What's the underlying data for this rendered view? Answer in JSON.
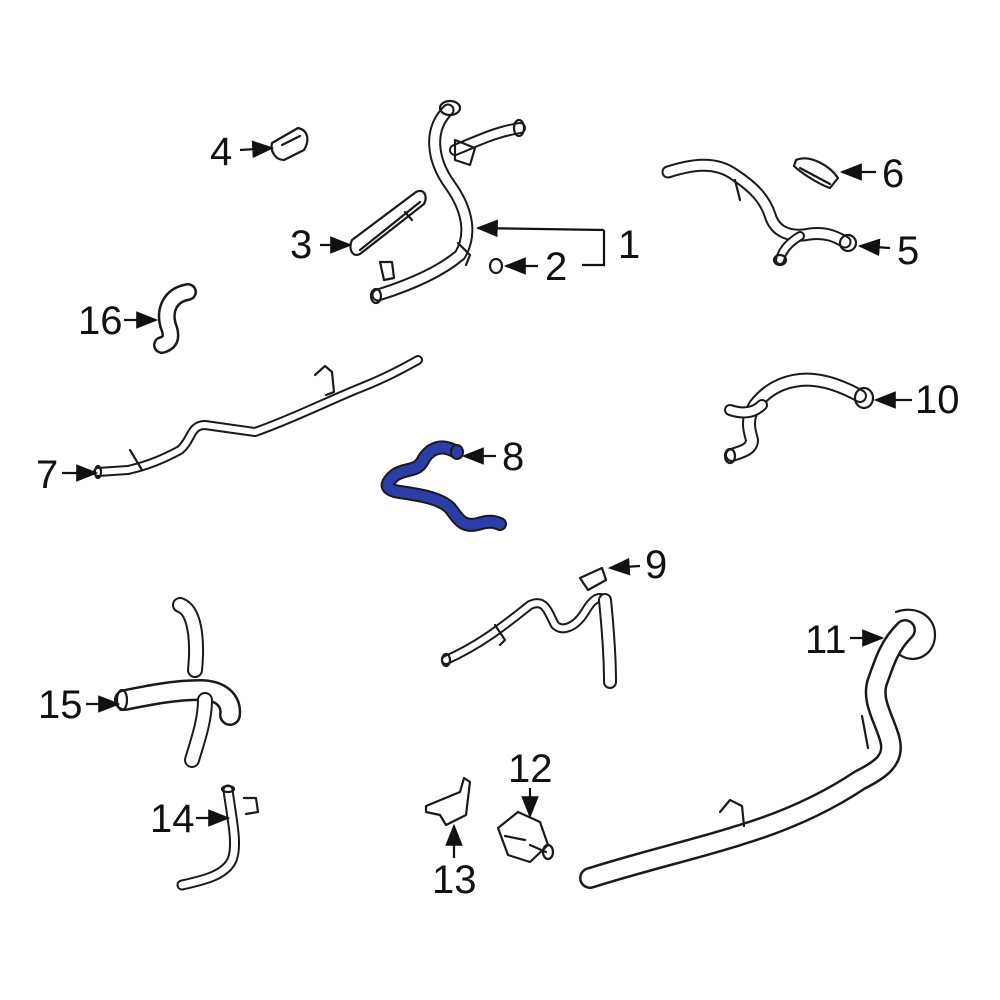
{
  "diagram": {
    "highlight_color": "#2a3da8",
    "line_color": "#1a1a1a",
    "callouts": [
      {
        "id": "1",
        "label": "1"
      },
      {
        "id": "2",
        "label": "2"
      },
      {
        "id": "3",
        "label": "3"
      },
      {
        "id": "4",
        "label": "4"
      },
      {
        "id": "5",
        "label": "5"
      },
      {
        "id": "6",
        "label": "6"
      },
      {
        "id": "7",
        "label": "7"
      },
      {
        "id": "8",
        "label": "8"
      },
      {
        "id": "9",
        "label": "9"
      },
      {
        "id": "10",
        "label": "10"
      },
      {
        "id": "11",
        "label": "11"
      },
      {
        "id": "12",
        "label": "12"
      },
      {
        "id": "13",
        "label": "13"
      },
      {
        "id": "14",
        "label": "14"
      },
      {
        "id": "15",
        "label": "15"
      },
      {
        "id": "16",
        "label": "16"
      }
    ],
    "highlighted_part": "8"
  }
}
